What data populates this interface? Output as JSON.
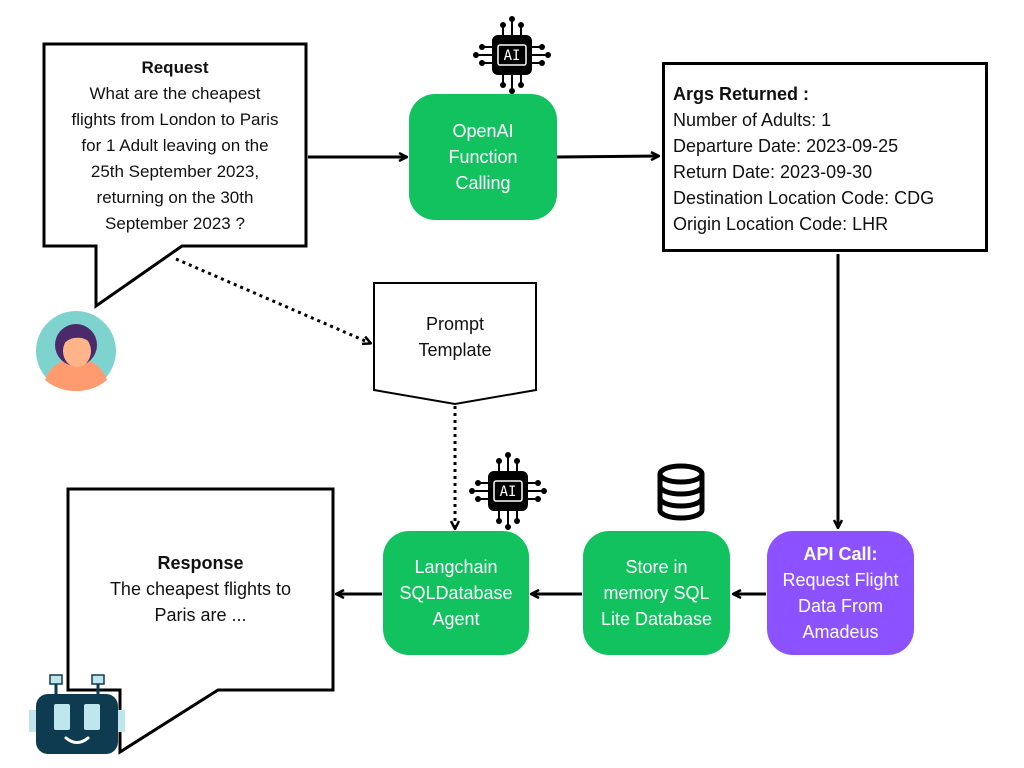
{
  "request": {
    "title": "Request",
    "lines": [
      "What are the cheapest",
      "flights from London to Paris",
      "for 1 Adult leaving on the",
      "25th September 2023,",
      "returning on the 30th",
      "September 2023 ?"
    ]
  },
  "openai": {
    "lines": [
      "OpenAI",
      "Function",
      "Calling"
    ]
  },
  "ai_chip": {
    "label": "AI"
  },
  "args": {
    "title": "Args Returned :",
    "items": [
      "Number of Adults:  1",
      "Departure Date:  2023-09-25",
      "Return Date:  2023-09-30",
      "Destination Location Code:  CDG",
      "Origin Location Code:  LHR"
    ]
  },
  "prompt_template": {
    "lines": [
      "Prompt",
      "Template"
    ]
  },
  "api_call": {
    "title": "API Call:",
    "lines": [
      "Request Flight",
      "Data From",
      "Amadeus"
    ]
  },
  "store": {
    "lines": [
      "Store in",
      "memory SQL",
      "Lite Database"
    ]
  },
  "langchain": {
    "lines": [
      "Langchain",
      "SQLDatabase",
      "Agent"
    ]
  },
  "response": {
    "title": "Response",
    "lines": [
      "The cheapest flights to",
      "Paris are ..."
    ]
  },
  "colors": {
    "green": "#12c25f",
    "purple": "#8c52ff",
    "avatar_bg": "#7fd3cf",
    "robot_body": "#0e3b4f",
    "robot_screen": "#bfe6ec"
  },
  "icons": {
    "user": "user-avatar-icon",
    "robot": "robot-icon",
    "ai_chip": "ai-chip-icon",
    "database": "database-icon"
  }
}
